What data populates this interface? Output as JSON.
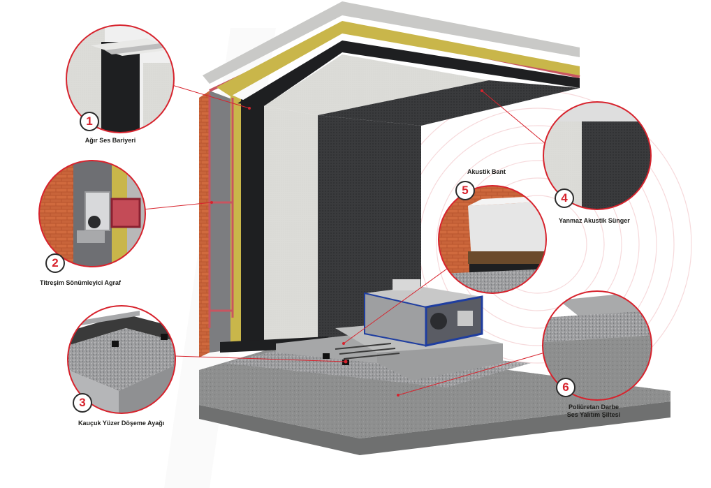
{
  "callouts": [
    {
      "number": "1",
      "label": "Ağır Ses Bariyeri"
    },
    {
      "number": "2",
      "label": "Titreşim Sönümleyici Agraf"
    },
    {
      "number": "3",
      "label": "Kauçuk Yüzer Döşeme Ayağı"
    },
    {
      "number": "4",
      "label": "Yanmaz Akustik Sünger"
    },
    {
      "number": "5",
      "label": "Akustik Bant"
    },
    {
      "number": "6",
      "label_line1": "Poliüretan Darbe",
      "label_line2": "Ses Yalıtım Şiltesi"
    }
  ],
  "colors": {
    "accent_red": "#d7232d",
    "badge_border": "#2b2b2b",
    "acoustic_foam": "#3a3b3d",
    "plasterboard": "#dcdcd8",
    "concrete": "#8e8f8f",
    "insulation_yellow": "#c9b64a",
    "brick": "#c8643a",
    "leader_line": "#d7232d"
  }
}
